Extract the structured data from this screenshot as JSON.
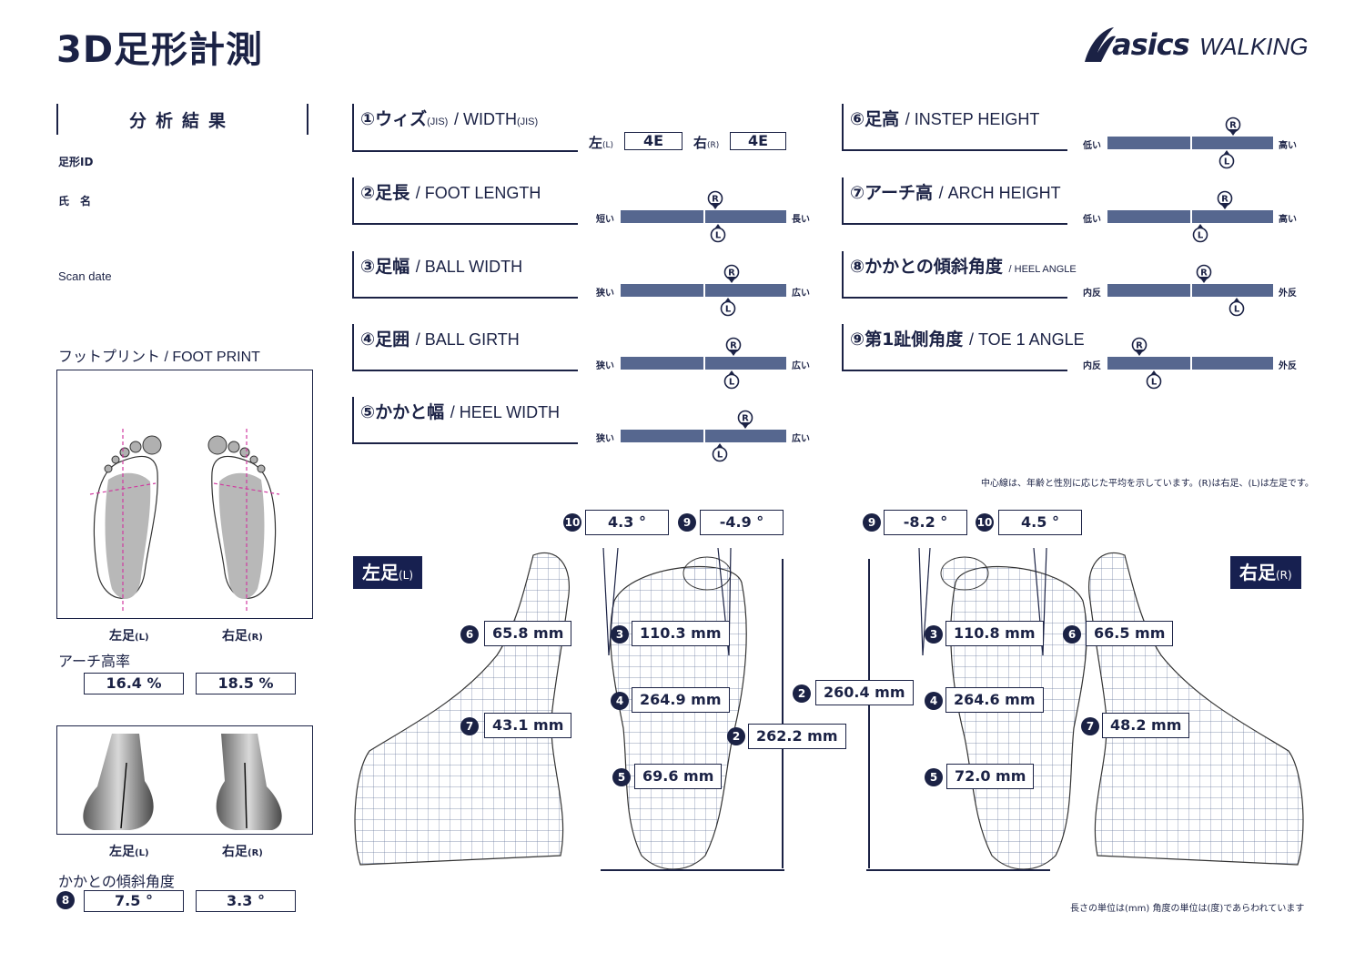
{
  "header": {
    "title": "3D足形計測",
    "brand": "asics",
    "brand_sub": "WALKING"
  },
  "sidebar": {
    "analysis_title": "分析結果",
    "foot_id_label": "足形ID",
    "name_label": "氏　名",
    "scan_date_label": "Scan date",
    "footprint_title": "フットプリント / FOOT PRINT",
    "left_caption": "左足",
    "left_caption_suffix": "(L)",
    "right_caption": "右足",
    "right_caption_suffix": "(R)",
    "arch_ratio_label": "アーチ高率",
    "arch_ratio_left": "16.4 %",
    "arch_ratio_right": "18.5 %",
    "heel_angle_label": "かかとの傾斜角度",
    "heel_angle_badge": "8",
    "heel_angle_left": "7.5 °",
    "heel_angle_right": "3.3 °"
  },
  "metrics": {
    "width": {
      "jp": "①ウィズ",
      "jp_sub": "(JIS)",
      "en": "/ WIDTH",
      "en_sub": "(JIS)",
      "left_label": "左",
      "left_sub": "(L)",
      "left_value": "4E",
      "right_label": "右",
      "right_sub": "(R)",
      "right_value": "4E"
    },
    "foot_length": {
      "jp": "②足長",
      "en": "/ FOOT LENGTH",
      "low": "短い",
      "high": "長い",
      "r_pos": 0.57,
      "l_pos": 0.59
    },
    "ball_width": {
      "jp": "③足幅",
      "en": "/ BALL WIDTH",
      "low": "狭い",
      "high": "広い",
      "r_pos": 0.67,
      "l_pos": 0.65
    },
    "ball_girth": {
      "jp": "④足囲",
      "en": "/ BALL GIRTH",
      "low": "狭い",
      "high": "広い",
      "r_pos": 0.68,
      "l_pos": 0.67
    },
    "heel_width": {
      "jp": "⑤かかと幅",
      "en": "/ HEEL WIDTH",
      "low": "狭い",
      "high": "広い",
      "r_pos": 0.75,
      "l_pos": 0.6
    },
    "instep_height": {
      "jp": "⑥足高",
      "en": "/ INSTEP HEIGHT",
      "low": "低い",
      "high": "高い",
      "r_pos": 0.76,
      "l_pos": 0.72
    },
    "arch_height": {
      "jp": "⑦アーチ高",
      "en": "/ ARCH HEIGHT",
      "low": "低い",
      "high": "高い",
      "r_pos": 0.71,
      "l_pos": 0.56
    },
    "heel_angle": {
      "jp": "⑧かかとの傾斜角度",
      "en": "/ HEEL ANGLE",
      "low": "内反",
      "high": "外反",
      "r_pos": 0.58,
      "l_pos": 0.78
    },
    "toe_angle": {
      "jp": "⑨第1趾側角度",
      "en": "/ TOE 1 ANGLE",
      "low": "内反",
      "high": "外反",
      "r_pos": 0.19,
      "l_pos": 0.28
    }
  },
  "note_top": "中心線は、年齢と性別に応じた平均を示しています。(R)は右足、(L)は左足です。",
  "note_bottom": "長さの単位は(mm) 角度の単位は(度)であらわれています",
  "left_foot": {
    "tag": "左足",
    "tag_sub": "(L)",
    "toe10": "4.3 °",
    "toe9": "-4.9 °",
    "instep": "65.8 mm",
    "ball_width": "110.3 mm",
    "ball_girth": "264.9 mm",
    "arch": "43.1 mm",
    "length": "262.2 mm",
    "heel_width": "69.6 mm"
  },
  "right_foot": {
    "tag": "右足",
    "tag_sub": "(R)",
    "toe9": "-8.2 °",
    "toe10": "4.5 °",
    "instep": "66.5 mm",
    "ball_width": "110.8 mm",
    "ball_girth": "264.6 mm",
    "arch": "48.2 mm",
    "length": "260.4 mm",
    "heel_width": "72.0 mm"
  },
  "badges": {
    "n2": "2",
    "n3": "3",
    "n4": "4",
    "n5": "5",
    "n6": "6",
    "n7": "7",
    "n9": "9",
    "n10": "10"
  },
  "markers": {
    "r": "R",
    "l": "L"
  },
  "colors": {
    "navy": "#1b2245",
    "bar": "#56678f",
    "tag_bg": "#172050"
  }
}
